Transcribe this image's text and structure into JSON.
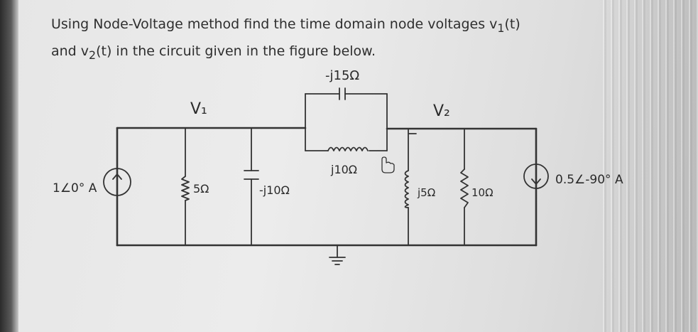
{
  "question": {
    "line1_prefix": "Using Node-Voltage method find the time domain node voltages v",
    "line1_sub": "1",
    "line1_suffix": "(t)",
    "line2_prefix": "and v",
    "line2_sub": "2",
    "line2_suffix": "(t) in the circuit given in the figure below."
  },
  "circuit": {
    "node1_label": "V₁",
    "node2_label": "V₂",
    "source1_label": "1∠0° A",
    "source2_label": "0.5∠-90° A",
    "r_5": "5Ω",
    "c_j10": "-j10Ω",
    "c_j15": "-j15Ω",
    "l_j10": "j10Ω",
    "l_j5": "j5Ω",
    "r_10": "10Ω"
  }
}
